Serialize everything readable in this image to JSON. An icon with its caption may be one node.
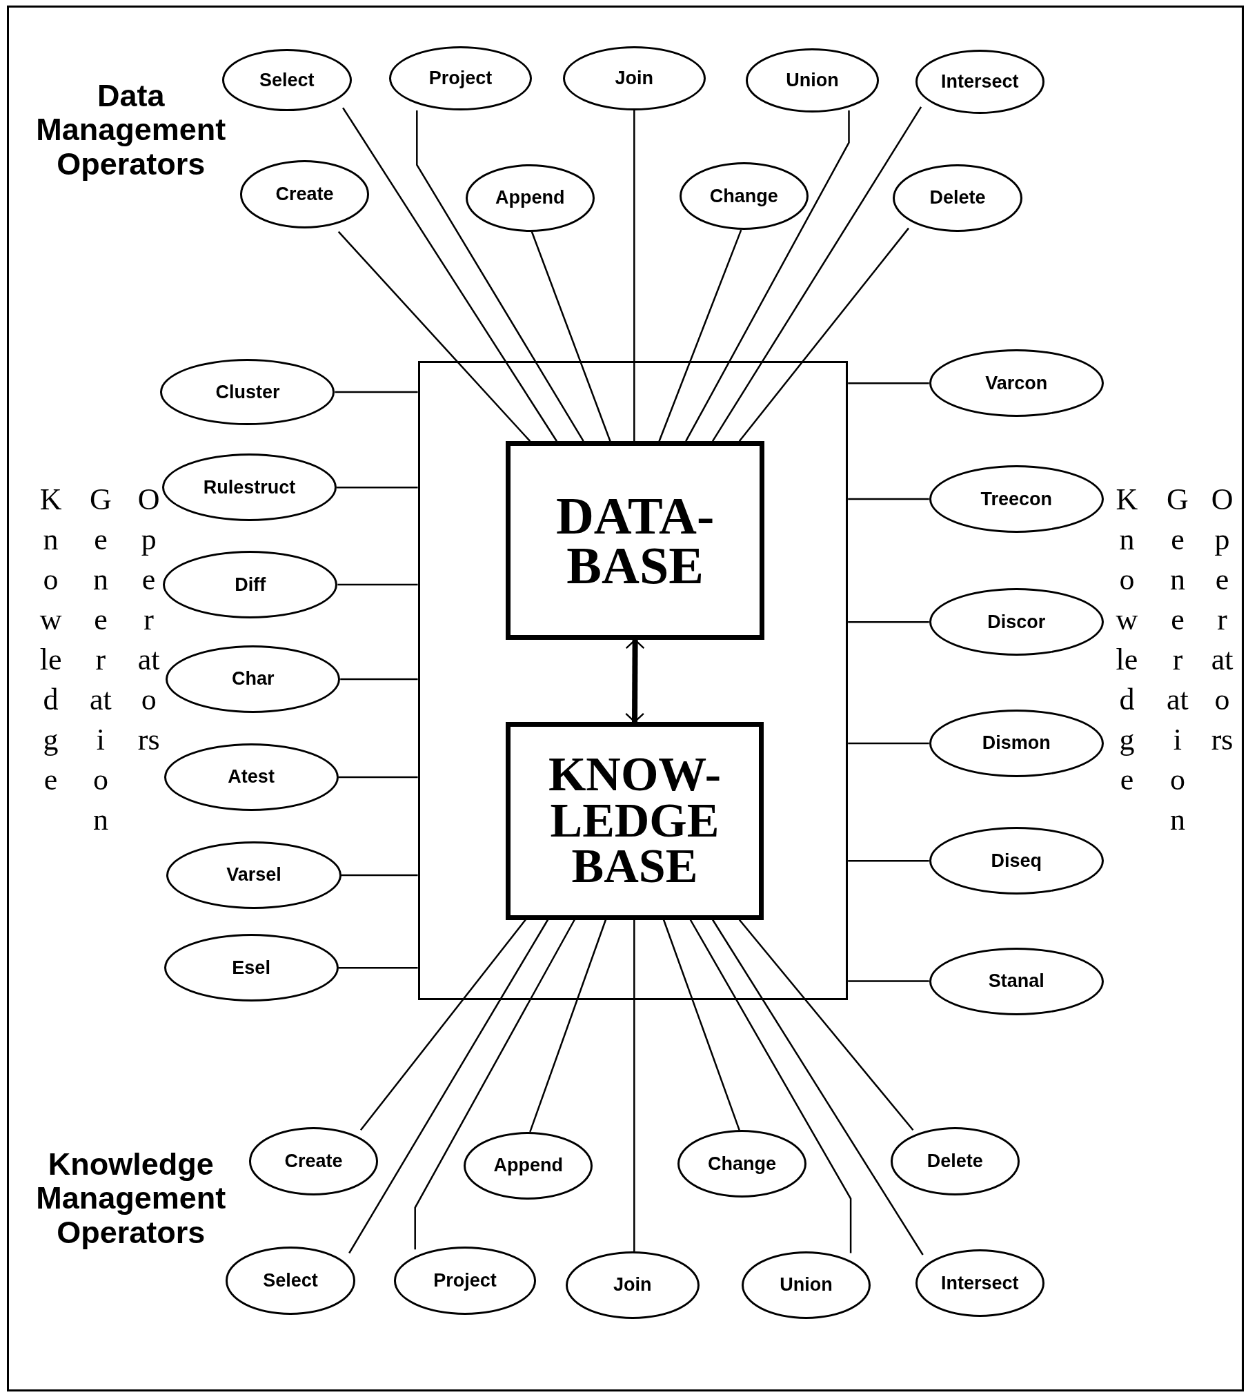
{
  "diagram": {
    "nodes": [
      {
        "text": [],
        "shape": "box"
      },
      {
        "text": [
          "DATA- BASE"
        ],
        "in": 0
      },
      {
        "text": [
          "KNOW- LEDGE BASE"
        ],
        "in": 0
      },
      {
        "text": [
          "Select"
        ]
      },
      {
        "text": [
          "Project"
        ]
      },
      {
        "text": [
          "Join"
        ]
      },
      {
        "text": [
          "Union"
        ]
      },
      {
        "text": [
          "Intersect"
        ]
      },
      {
        "text": [
          "Create"
        ]
      },
      {
        "text": [
          "Append"
        ]
      },
      {
        "text": [
          "Change"
        ]
      },
      {
        "text": [
          "Delete"
        ]
      },
      {
        "text": [
          "Cluster"
        ]
      },
      {
        "text": [
          "Rulestruct"
        ]
      },
      {
        "text": [
          "Diff"
        ]
      },
      {
        "text": [
          "Char"
        ]
      },
      {
        "text": [
          "Atest"
        ]
      },
      {
        "text": [
          "Varsel"
        ]
      },
      {
        "text": [
          "Esel"
        ]
      },
      {
        "text": [
          "Varcon"
        ]
      },
      {
        "text": [
          "Treecon"
        ]
      },
      {
        "text": [
          "Discor"
        ]
      },
      {
        "text": [
          "Dismon"
        ]
      },
      {
        "text": [
          "Diseq"
        ]
      },
      {
        "text": [
          "Stanal"
        ]
      },
      {
        "text": [
          "Create"
        ]
      },
      {
        "text": [
          "Append"
        ]
      },
      {
        "text": [
          "Change"
        ]
      },
      {
        "text": [
          "Delete"
        ]
      },
      {
        "text": [
          "Select"
        ]
      },
      {
        "text": [
          "Project"
        ]
      },
      {
        "text": [
          "Join"
        ]
      },
      {
        "text": [
          "Union"
        ]
      },
      {
        "text": [
          "Intersect"
        ]
      }
    ],
    "edges": [
      {
        "from": 1,
        "to": 2,
        "arrow": "both",
        "style": "thick"
      },
      {
        "from": 3,
        "to": 1,
        "arrow": "none"
      },
      {
        "from": 4,
        "to": 1,
        "arrow": "none"
      },
      {
        "from": 5,
        "to": 1,
        "arrow": "none"
      },
      {
        "from": 6,
        "to": 1,
        "arrow": "none"
      },
      {
        "from": 7,
        "to": 1,
        "arrow": "none"
      },
      {
        "from": 8,
        "to": 1,
        "arrow": "none"
      },
      {
        "from": 9,
        "to": 1,
        "arrow": "none"
      },
      {
        "from": 10,
        "to": 1,
        "arrow": "none"
      },
      {
        "from": 11,
        "to": 1,
        "arrow": "none"
      },
      {
        "from": 12,
        "to": 0,
        "arrow": "none"
      },
      {
        "from": 13,
        "to": 0,
        "arrow": "none"
      },
      {
        "from": 14,
        "to": 0,
        "arrow": "none"
      },
      {
        "from": 15,
        "to": 0,
        "arrow": "none"
      },
      {
        "from": 16,
        "to": 0,
        "arrow": "none"
      },
      {
        "from": 17,
        "to": 0,
        "arrow": "none"
      },
      {
        "from": 18,
        "to": 0,
        "arrow": "none"
      },
      {
        "from": 19,
        "to": 0,
        "arrow": "none"
      },
      {
        "from": 20,
        "to": 0,
        "arrow": "none"
      },
      {
        "from": 21,
        "to": 0,
        "arrow": "none"
      },
      {
        "from": 22,
        "to": 0,
        "arrow": "none"
      },
      {
        "from": 23,
        "to": 0,
        "arrow": "none"
      },
      {
        "from": 24,
        "to": 0,
        "arrow": "none"
      },
      {
        "from": 25,
        "to": 2,
        "arrow": "none"
      },
      {
        "from": 26,
        "to": 2,
        "arrow": "none"
      },
      {
        "from": 27,
        "to": 2,
        "arrow": "none"
      },
      {
        "from": 28,
        "to": 2,
        "arrow": "none"
      },
      {
        "from": 29,
        "to": 2,
        "arrow": "none"
      },
      {
        "from": 30,
        "to": 2,
        "arrow": "none"
      },
      {
        "from": 31,
        "to": 2,
        "arrow": "none"
      },
      {
        "from": 32,
        "to": 2,
        "arrow": "none"
      },
      {
        "from": 33,
        "to": 2,
        "arrow": "none"
      }
    ],
    "labels": [
      "Data Management Operators",
      "Knowledge",
      "Generation",
      "Operators",
      "Knowledge",
      "Generation",
      "Operators",
      "Knowledge Management Operators"
    ]
  }
}
